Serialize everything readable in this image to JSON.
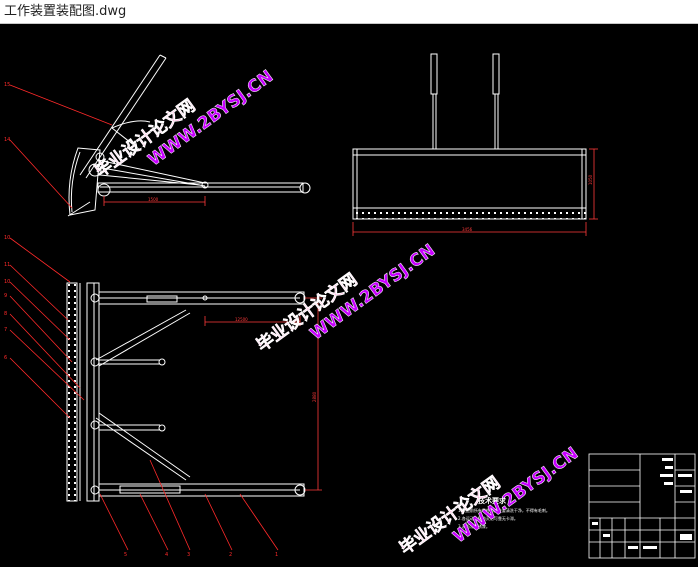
{
  "window": {
    "title": "工作装置装配图.dwg"
  },
  "drawing": {
    "balloons_left": [
      "15",
      "14",
      "10",
      "11",
      "10",
      "9",
      "8",
      "7",
      "6"
    ],
    "balloons_bottom": [
      "5",
      "4",
      "3",
      "2",
      "1"
    ],
    "dims": {
      "side_arm": "1500",
      "front_width": "3456",
      "front_height": "1050",
      "top_arm": "12500",
      "top_depth": "2880"
    },
    "tech_req": {
      "title": "技术要求",
      "lines": [
        "1.装配前所有零件和部件要清洗干净，不得有毛刺。",
        "2.各运动件移动灵活可靠无卡滞。",
        "3.表面涂防锈漆。"
      ]
    }
  },
  "watermark": {
    "cn": "毕业设计论文网",
    "url": "WWW.2BYSJ.CN"
  },
  "colors": {
    "line": "#ffffff",
    "leader": "#ff2a2a",
    "dim": "#ff3a3a",
    "watermark_cn": "#ff3db0",
    "watermark_url": "#c800ff",
    "watermark_outline": "#ffffff"
  }
}
